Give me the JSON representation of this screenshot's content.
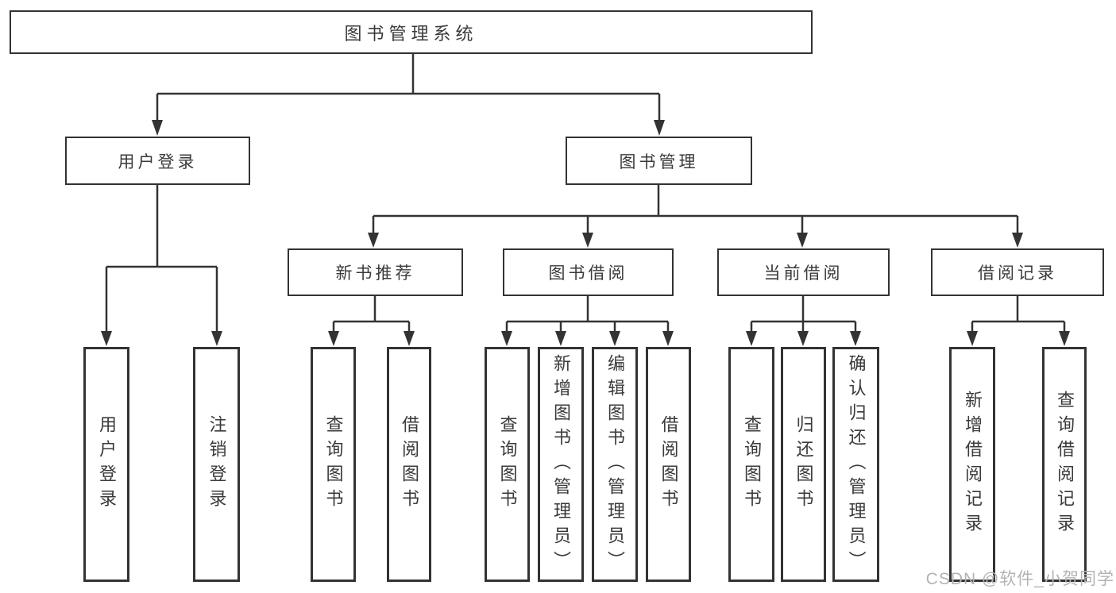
{
  "colors": {
    "ink": "#333333",
    "text": "#3a3a3a",
    "watermark": "#b3b3b3",
    "background": "#ffffff"
  },
  "tree": {
    "root": "图书管理系统",
    "branches": [
      {
        "label": "用户登录",
        "children": [
          "用户登录",
          "注销登录"
        ]
      },
      {
        "label": "图书管理",
        "children": [
          {
            "label": "新书推荐",
            "children": [
              "查询图书",
              "借阅图书"
            ]
          },
          {
            "label": "图书借阅",
            "children": [
              "查询图书",
              "新增图书（管理员）",
              "编辑图书（管理员）",
              "借阅图书"
            ]
          },
          {
            "label": "当前借阅",
            "children": [
              "查询图书",
              "归还图书",
              "确认归还（管理员）"
            ]
          },
          {
            "label": "借阅记录",
            "children": [
              "新增借阅记录",
              "查询借阅记录"
            ]
          }
        ]
      }
    ]
  },
  "watermark": "CSDN @软件_小贺同学"
}
